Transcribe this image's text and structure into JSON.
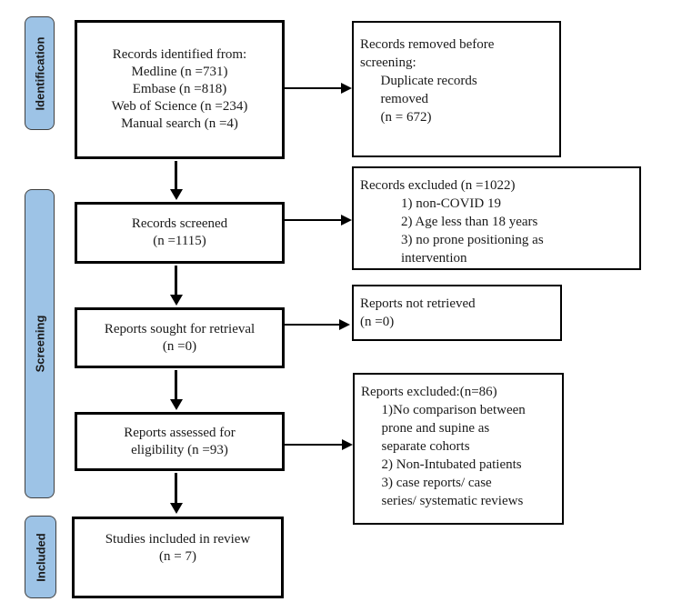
{
  "colors": {
    "background": "#FFFFFF",
    "stage_tab_fill": "#9DC3E6",
    "stage_tab_border": "#404040",
    "box_border": "#000000",
    "arrow_color": "#000000"
  },
  "stages": [
    {
      "label": "Identification"
    },
    {
      "label": "Screening"
    },
    {
      "label": "Included"
    }
  ],
  "main_boxes": [
    {
      "text": "Records identified from:\nMedline (n =731)\nEmbase (n =818)\nWeb of Science (n =234)\nManual search (n =4)"
    },
    {
      "text": "Records screened\n(n =1115)"
    },
    {
      "text": "Reports sought for retrieval\n(n =0)"
    },
    {
      "text": "Reports assessed for\neligibility (n =93)"
    },
    {
      "text": "Studies included in review\n(n = 7)"
    }
  ],
  "side_boxes": [
    {
      "text": "Records removed before\nscreening:\n      Duplicate records\n      removed\n      (n = 672)"
    },
    {
      "text": "Records excluded (n =1022)\n            1) non-COVID 19\n            2) Age less than 18 years\n            3) no prone positioning as\n            intervention"
    },
    {
      "text": "Reports not retrieved\n(n =0)"
    },
    {
      "text": "Reports excluded:(n=86)\n      1)No comparison between\n      prone and supine as\n      separate cohorts\n      2) Non-Intubated patients\n      3) case reports/ case\n      series/ systematic reviews"
    }
  ]
}
